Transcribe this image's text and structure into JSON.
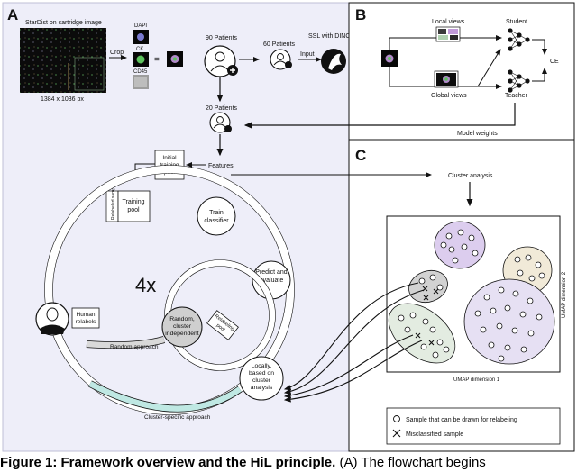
{
  "panels": {
    "a": "A",
    "b": "B",
    "c": "C"
  },
  "panel_a": {
    "image_caption": "StarDist on cartridge image",
    "image_size": "1384 x 1036 px",
    "crop": "Crop",
    "channels": [
      "DAPI",
      "CK",
      "CD45"
    ],
    "equals": "=",
    "patients_90": "90 Patients",
    "patients_60": "60 Patients",
    "input": "Input",
    "ssl": "SSL with DINO",
    "patients_20": "20 Patients",
    "features": "Features",
    "initial_pool": "Initial training pool",
    "relabeled_samples": "Relabeled samples",
    "training_pool": "Training pool",
    "train_classifier": "Train classifier",
    "predict_evaluate": "Predict and evaluate",
    "iterations": "4x",
    "human_relabels": "Human relabels",
    "random": "Random, cluster independent",
    "relabeling_pool": "Relabeling pool",
    "locally": "Locally, based on cluster analysis",
    "random_approach": "Random approach",
    "cluster_approach": "Cluster-specific approach"
  },
  "panel_b": {
    "local_views": "Local views",
    "global_views": "Global views",
    "student": "Student",
    "teacher": "Teacher",
    "ce": "CE",
    "model_weights": "Model weights"
  },
  "panel_c": {
    "cluster_analysis": "Cluster analysis",
    "umap_x": "UMAP dimension 1",
    "umap_y": "UMAP dimension 2",
    "legend_circle": "Sample that can be drawn for relabeling",
    "legend_cross": "Misclassified sample"
  },
  "caption": {
    "bold": "Figure 1: Framework overview and the HiL principle.",
    "rest": " (A) The flowchart begins"
  },
  "colors": {
    "panel_a_bg": "#eeeef9",
    "cluster_purple": "#dccdee",
    "cluster_lilac": "#e6e0f3",
    "cluster_beige": "#f1ead8",
    "cluster_green": "#e3ece1",
    "cluster_grey": "#c9c9c9",
    "arrow_teal": "#8fd3cc"
  }
}
